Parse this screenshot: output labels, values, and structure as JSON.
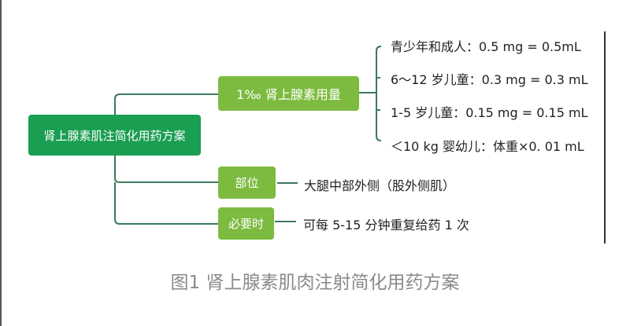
{
  "root": "肾上腺素肌注简化用药方案",
  "branches": [
    {
      "label": "1‰ 肾上腺素用量",
      "children": [
        "青少年和成人：0.5 mg = 0.5mL",
        "6～12 岁儿童：0.3 mg = 0.3 mL",
        "1-5 岁儿童：0.15 mg = 0.15 mL",
        "＜10 kg 婴幼儿：体重×0. 01 mL"
      ]
    },
    {
      "label": "部位",
      "children": [
        "大腿中部外侧（股外侧肌）"
      ]
    },
    {
      "label": "必要时",
      "children": [
        "可每 5-15 分钟重复给药 1 次"
      ]
    }
  ],
  "caption": "图1 肾上腺素肌肉注射简化用药方案",
  "colors": {
    "root": "#1a9e52",
    "branch": "#7cbb3f",
    "connector": "#3b7a5c"
  }
}
